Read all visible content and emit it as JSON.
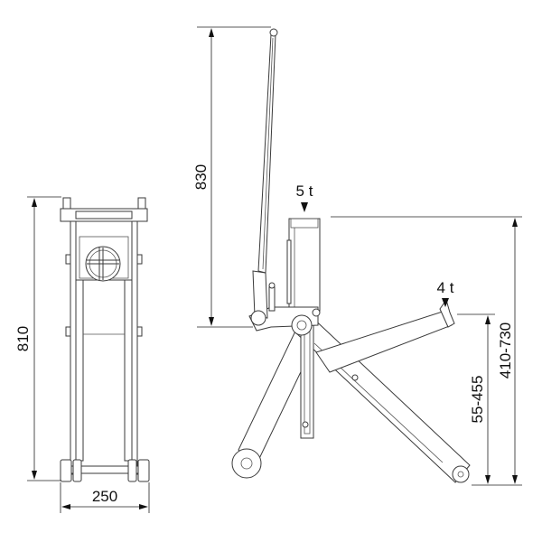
{
  "dimensions": {
    "front_height": "810",
    "front_width": "250",
    "handle_length": "830",
    "lift_range_high": "410-730",
    "lift_range_low": "55-455"
  },
  "loads": {
    "main_capacity": "5 t",
    "secondary_capacity": "4 t"
  }
}
